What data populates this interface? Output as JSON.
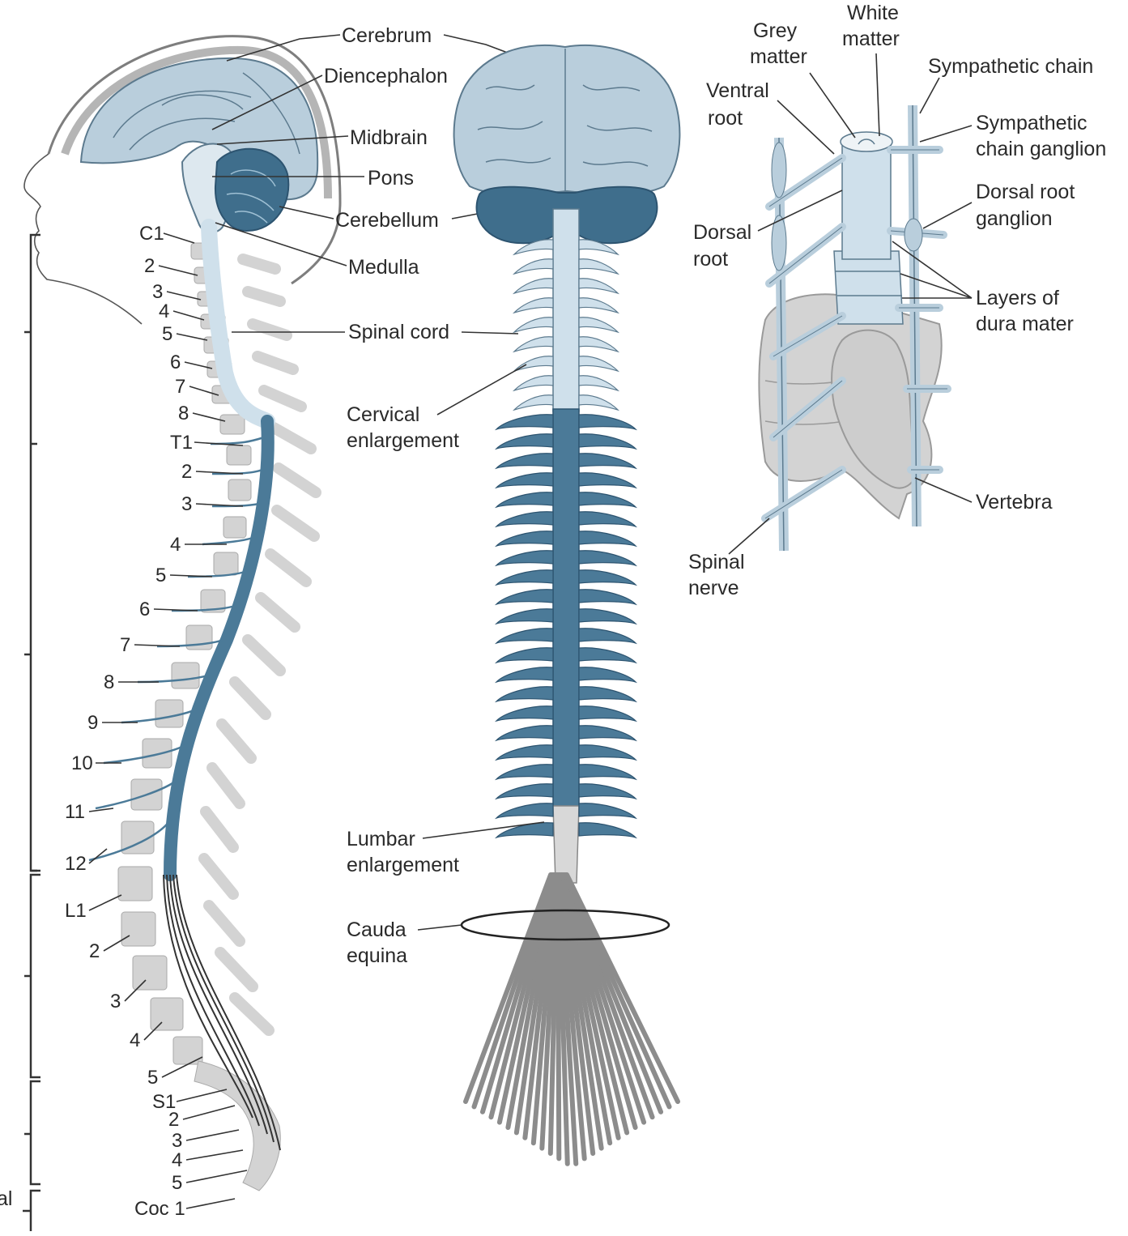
{
  "colors": {
    "brain_light": "#b9cedc",
    "brain_outline": "#5c7a8e",
    "cord_dark": "#4b7a98",
    "cord_light": "#cfe0eb",
    "bone": "#d3d3d3",
    "bone_outline": "#9a9a9a",
    "leader": "#333333"
  },
  "sagittal_view": {
    "labels": {
      "cerebrum": "Cerebrum",
      "diencephalon": "Diencephalon",
      "midbrain": "Midbrain",
      "pons": "Pons",
      "cerebellum": "Cerebellum",
      "medulla": "Medulla",
      "spinal_cord": "Spinal cord"
    },
    "vertebra_labels": [
      "C1",
      "2",
      "3",
      "4",
      "5",
      "6",
      "7",
      "8",
      "T1",
      "2",
      "3",
      "4",
      "5",
      "6",
      "7",
      "8",
      "9",
      "10",
      "11",
      "12",
      "L1",
      "2",
      "3",
      "4",
      "5",
      "S1",
      "2",
      "3",
      "4",
      "5",
      "Coc 1"
    ],
    "region_edge_label": "al"
  },
  "posterior_view": {
    "labels": {
      "cervical": "Cervical",
      "enlargement": "enlargement",
      "lumbar": "Lumbar",
      "lumbar_enlargement": "enlargement",
      "cauda": "Cauda",
      "equina": "equina"
    }
  },
  "detail_view": {
    "labels": {
      "white": "White",
      "white_matter": "matter",
      "grey": "Grey",
      "grey_matter": "matter",
      "ventral": "Ventral",
      "ventral_root": "root",
      "sympathetic_chain": "Sympathetic chain",
      "sympathetic": "Sympathetic",
      "chain_ganglion": "chain ganglion",
      "dorsal_root_ganglion": "Dorsal root",
      "ganglion": "ganglion",
      "dorsal": "Dorsal",
      "dorsal_root": "root",
      "layers_of": "Layers of",
      "dura_mater": "dura mater",
      "vertebra": "Vertebra",
      "spinal": "Spinal",
      "nerve": "nerve"
    }
  }
}
